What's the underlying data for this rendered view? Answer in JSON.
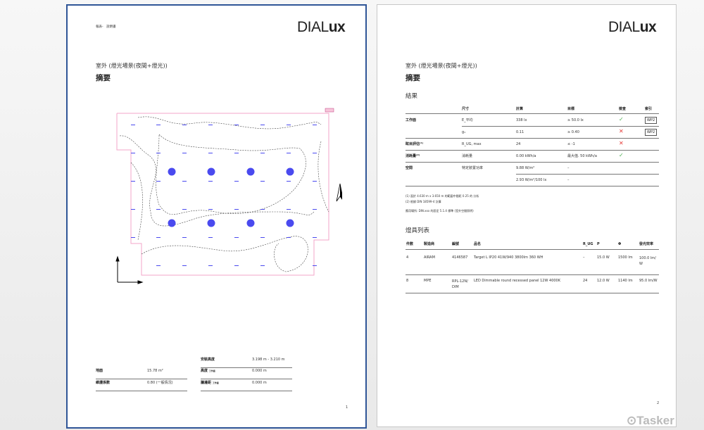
{
  "page1": {
    "header": "報表-　說明書",
    "logo_light": "DIAL",
    "logo_bold": "ux",
    "subtitle": "室外 (燈光場景(夜間+燈光))",
    "title": "摘要",
    "left_table": [
      {
        "label": "地面",
        "value": "15.78 m²"
      },
      {
        "label": "維護係數",
        "value": "0.80 (一般情況)"
      }
    ],
    "right_table": [
      {
        "label": "安裝高度",
        "value": "3.198 m - 3.210 m"
      },
      {
        "label": "高度",
        "sub": "工作面",
        "value": "0.000 m"
      },
      {
        "label": "牆邊距",
        "sub": "工作面",
        "value": "0.000 m"
      }
    ],
    "page_number": "1"
  },
  "page2": {
    "logo_light": "DIAL",
    "logo_bold": "ux",
    "subtitle": "室外 (燈光場景(夜間+燈光))",
    "title": "摘要",
    "results_heading": "結果",
    "results_headers": [
      "尺寸",
      "計算",
      "目標",
      "檢查",
      "索引"
    ],
    "results_rows": [
      {
        "group": "工作面",
        "size": "E_平均",
        "calc": "338 lx",
        "target": "≥ 50.0 lx",
        "check": "ok",
        "index": "WP2"
      },
      {
        "group": "",
        "size": "g₁",
        "calc": "0.11",
        "target": "≥ 0.40",
        "check": "fail",
        "index": "WP2"
      },
      {
        "group": "眩目評估⁽¹⁾",
        "size": "R_UG, max",
        "calc": "24",
        "target": "≤ -1",
        "check": "fail",
        "index": ""
      },
      {
        "group": "消耗量⁽²⁾",
        "size": "消耗量",
        "calc": "0.00 kWh/a",
        "target": "最大值. 50 kWh/a",
        "check": "ok",
        "index": ""
      },
      {
        "group": "空間",
        "size": "特定裝置功率",
        "calc": "9.88 W/m²",
        "target": "–",
        "check": "",
        "index": ""
      },
      {
        "group": "",
        "size": "",
        "calc": "2.93 W/m²/100 lx",
        "target": "–",
        "check": "",
        "index": ""
      }
    ],
    "footnotes": [
      "(1) 面於 4.630 m x 3.650 m 的範圍中間距 0.25 的 分析",
      "(2) 根據 DIN 18599-4 計算",
      "應用場所: DIN.xxx 的設定 5.1.4 標準 (室外空間照明)"
    ],
    "luminaires_heading": "燈具列表",
    "lum_headers": [
      "件數",
      "製造商",
      "編號",
      "品名",
      "R_UG",
      "P",
      "Φ",
      "發光效率"
    ],
    "lum_rows": [
      {
        "count": "4",
        "maker": "AIRAM",
        "code": "4146587",
        "name": "Target L IP20 41W/940 3800lm 360 WH",
        "rug": "–",
        "p": "15.0 W",
        "flux": "1500 lm",
        "eff": "100.0 lm/ W"
      },
      {
        "count": "8",
        "maker": "MPE",
        "code": "RPL-12N/ DIM",
        "name": "LED Dimmable round recessed panel 12W 4000K",
        "rug": "24",
        "p": "12.0 W",
        "flux": "1140 lm",
        "eff": "95.0 lm/W"
      }
    ],
    "page_number": "2"
  },
  "watermark": "Tasker",
  "colors": {
    "luminaire": "#4a4aef",
    "active_border": "#2f5597",
    "ok": "#4caf50",
    "fail": "#e53935"
  }
}
